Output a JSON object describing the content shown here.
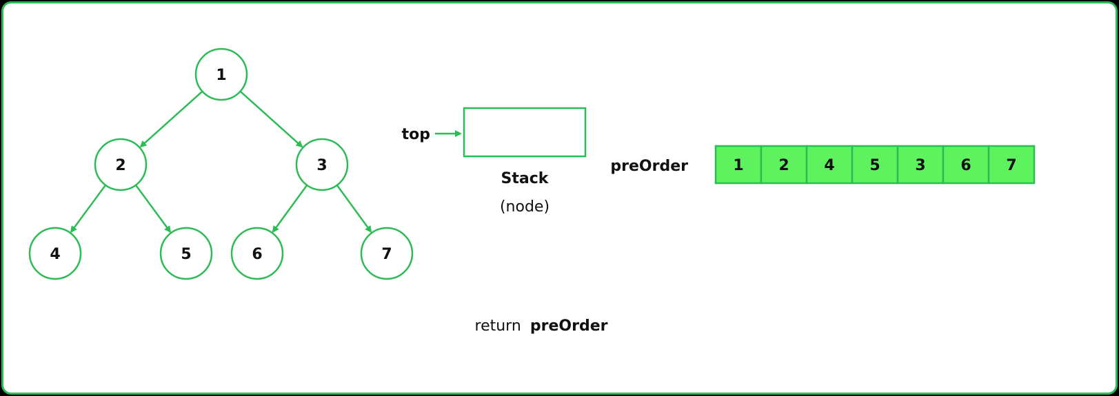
{
  "colors": {
    "accent": "#2dbb55",
    "cell_fill": "#5ef25e",
    "cell_border": "#2dbb55",
    "text": "#111111",
    "background": "#ffffff"
  },
  "tree": {
    "nodes": [
      {
        "id": "n1",
        "label": "1"
      },
      {
        "id": "n2",
        "label": "2"
      },
      {
        "id": "n3",
        "label": "3"
      },
      {
        "id": "n4",
        "label": "4"
      },
      {
        "id": "n5",
        "label": "5"
      },
      {
        "id": "n6",
        "label": "6"
      },
      {
        "id": "n7",
        "label": "7"
      }
    ],
    "edges": [
      {
        "from": "n1",
        "to": "n2"
      },
      {
        "from": "n1",
        "to": "n3"
      },
      {
        "from": "n2",
        "to": "n4"
      },
      {
        "from": "n2",
        "to": "n5"
      },
      {
        "from": "n3",
        "to": "n6"
      },
      {
        "from": "n3",
        "to": "n7"
      }
    ]
  },
  "stack": {
    "top_label": "top",
    "title": "Stack",
    "subtitle": "(node)"
  },
  "preorder": {
    "label": "preOrder",
    "values": [
      "1",
      "2",
      "4",
      "5",
      "3",
      "6",
      "7"
    ]
  },
  "result": {
    "prefix": "return",
    "keyword": "preOrder"
  }
}
